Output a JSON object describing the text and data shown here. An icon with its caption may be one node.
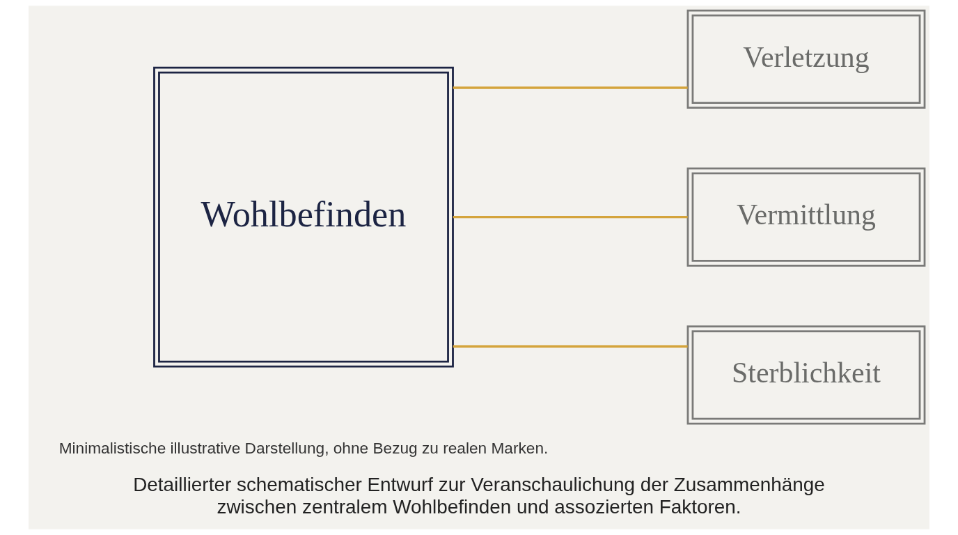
{
  "diagram": {
    "caption": "Detaillierter schematischer Entwurf zur Veranschaulichung der Zusammenhänge zwischen zentralem Wohlbefinden und assozierten Faktoren.",
    "nodes": [
      {
        "text": [
          "Wohlbefinden"
        ]
      },
      {
        "text": [
          "Verletzung"
        ]
      },
      {
        "text": [
          "Vermittlung"
        ]
      },
      {
        "text": [
          "Sterblichkeit"
        ]
      }
    ],
    "edges": [
      {
        "from": 0,
        "to": 1,
        "arrow": "none"
      },
      {
        "from": 0,
        "to": 2,
        "arrow": "none"
      },
      {
        "from": 0,
        "to": 3,
        "arrow": "none"
      }
    ],
    "labels": [
      "Minimalistische illustrative Darstellung, ohne Bezug zu realen Marken."
    ]
  }
}
